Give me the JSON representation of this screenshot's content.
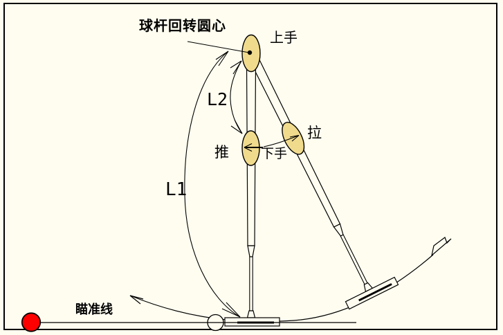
{
  "diagram": {
    "title": "球杆回转圆心",
    "labels": {
      "upper_hand": "上手",
      "lower_hand": "下手",
      "push": "推",
      "pull": "拉",
      "dim_l1": "L1",
      "dim_l2": "L2",
      "aim_line": "瞄准线"
    },
    "colors": {
      "background": "#FFFDF0",
      "outline": "#000000",
      "hand_fill": "#F0DB8D",
      "object_ball_red": "#FF0000"
    }
  }
}
